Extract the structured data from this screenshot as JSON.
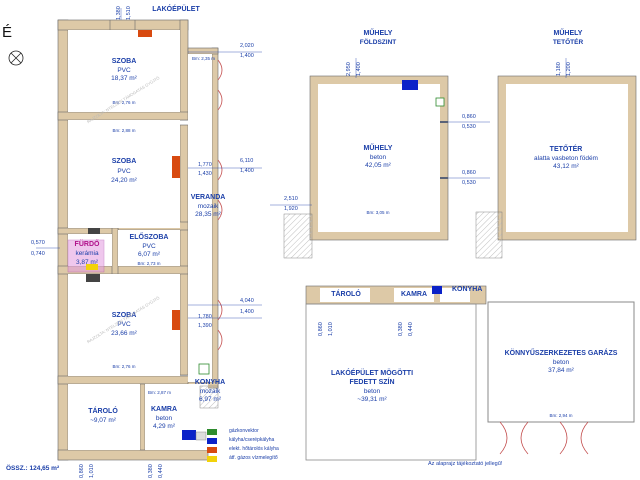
{
  "building": {
    "title": "LAKÓÉPÜLET",
    "compass_letter": "É",
    "total_area": "ÖSSZ.: 124,65 m²",
    "rooms": {
      "szoba1": {
        "name": "SZOBA",
        "floor": "PVC",
        "area": "18,37 m²",
        "height": "Bm: 2,76 m"
      },
      "szoba2": {
        "name": "SZOBA",
        "floor": "PVC",
        "area": "24,20 m²",
        "height": "Bm: 2,88 m"
      },
      "veranda": {
        "name": "VERANDA",
        "floor": "mozaik",
        "area": "28,35 m²",
        "height": "Bm: 2,35 m"
      },
      "furdo": {
        "name": "FÜRDŐ",
        "floor": "kerámia",
        "area": "3,87 m²"
      },
      "eloszoba": {
        "name": "ELŐSZOBA",
        "floor": "PVC",
        "area": "6,07 m²",
        "height": "Bm: 2,73 m"
      },
      "szoba3": {
        "name": "SZOBA",
        "floor": "PVC",
        "area": "23,66 m²",
        "height": "Bm: 2,76 m"
      },
      "konyha": {
        "name": "KONYHA",
        "floor": "mozaik",
        "area": "6,97 m²"
      },
      "kamra": {
        "name": "KAMRA",
        "floor": "beton",
        "area": "4,29 m²",
        "height": "Bm: 2,87 m"
      },
      "tarolo": {
        "name": "TÁROLÓ",
        "area": "~9,07 m²"
      }
    },
    "dims": {
      "top_a": "1,380",
      "top_b": "1,510",
      "right1_a": "2,020",
      "right1_b": "1,400",
      "right2_a": "1,770",
      "right2_b": "1,430",
      "right2_c": "6,110",
      "right2_d": "1,400",
      "left_a": "0,570",
      "left_b": "0,740",
      "right3_a": "4,040",
      "right3_b": "1,400",
      "right4_a": "1,780",
      "right4_b": "1,390",
      "bottom_a": "0,860",
      "bottom_b": "1,010",
      "bottom_c": "0,380",
      "bottom_d": "0,440"
    },
    "watermark": "RAJZOLTA: NYELZÉSI TÁMOGATÁS GYÜJTŐ"
  },
  "muhely": {
    "title_1": "MŰHELY",
    "title_2": "FÖLDSZINT",
    "room": {
      "name": "MŰHELY",
      "floor": "beton",
      "area": "42,05 m²",
      "height": "Bm: 3,05 m"
    },
    "dims": {
      "top_a": "2,950",
      "top_b": "1,400",
      "r1_a": "0,860",
      "r1_b": "0,530",
      "r2_a": "0,860",
      "r2_b": "0,530",
      "left_a": "2,510",
      "left_b": "1,920"
    }
  },
  "teto": {
    "title_1": "MŰHELY",
    "title_2": "TETŐTÉR",
    "room": {
      "name": "TETŐTÉR",
      "floor": "alatta vasbeton födém",
      "area": "43,12 m²"
    },
    "dims": {
      "top_a": "1,180",
      "top_b": "1,200"
    }
  },
  "shed": {
    "labels": {
      "tarolo": "TÁROLÓ",
      "kamra": "KAMRA",
      "konyha": "KONYHA"
    },
    "room": {
      "name_1": "LAKÓÉPÜLET MÖGÖTTI",
      "name_2": "FEDETT SZÍN",
      "floor": "beton",
      "area": "~39,31 m²"
    },
    "dims": {
      "a": "0,860",
      "b": "1,010",
      "c": "0,380",
      "d": "0,440"
    }
  },
  "garage": {
    "name": "KÖNNYŰSZERKEZETES GARÁZS",
    "floor": "beton",
    "area": "37,84 m²",
    "height": "Bm: 2,94 m"
  },
  "legend": [
    {
      "label": "gázkonvektor",
      "color": "#2e8b2e"
    },
    {
      "label": "kályha/cserépkályha",
      "color": "#0b22c8"
    },
    {
      "label": "elekt. hőtárolós kályha",
      "color": "#d84a10"
    },
    {
      "label": "átf. gázos vízmelegítő",
      "color": "#f2d20a"
    }
  ],
  "footnote": "Az alaprajz tájékoztató jellegű!",
  "colors": {
    "wall": "#ddc9a7",
    "outline": "#6b6b6b",
    "text": "#1a3ea8",
    "heater_red": "#d84a10",
    "stove_blue": "#0b22c8",
    "convector_green": "#2e8b2e",
    "bath": "#e39be0"
  }
}
